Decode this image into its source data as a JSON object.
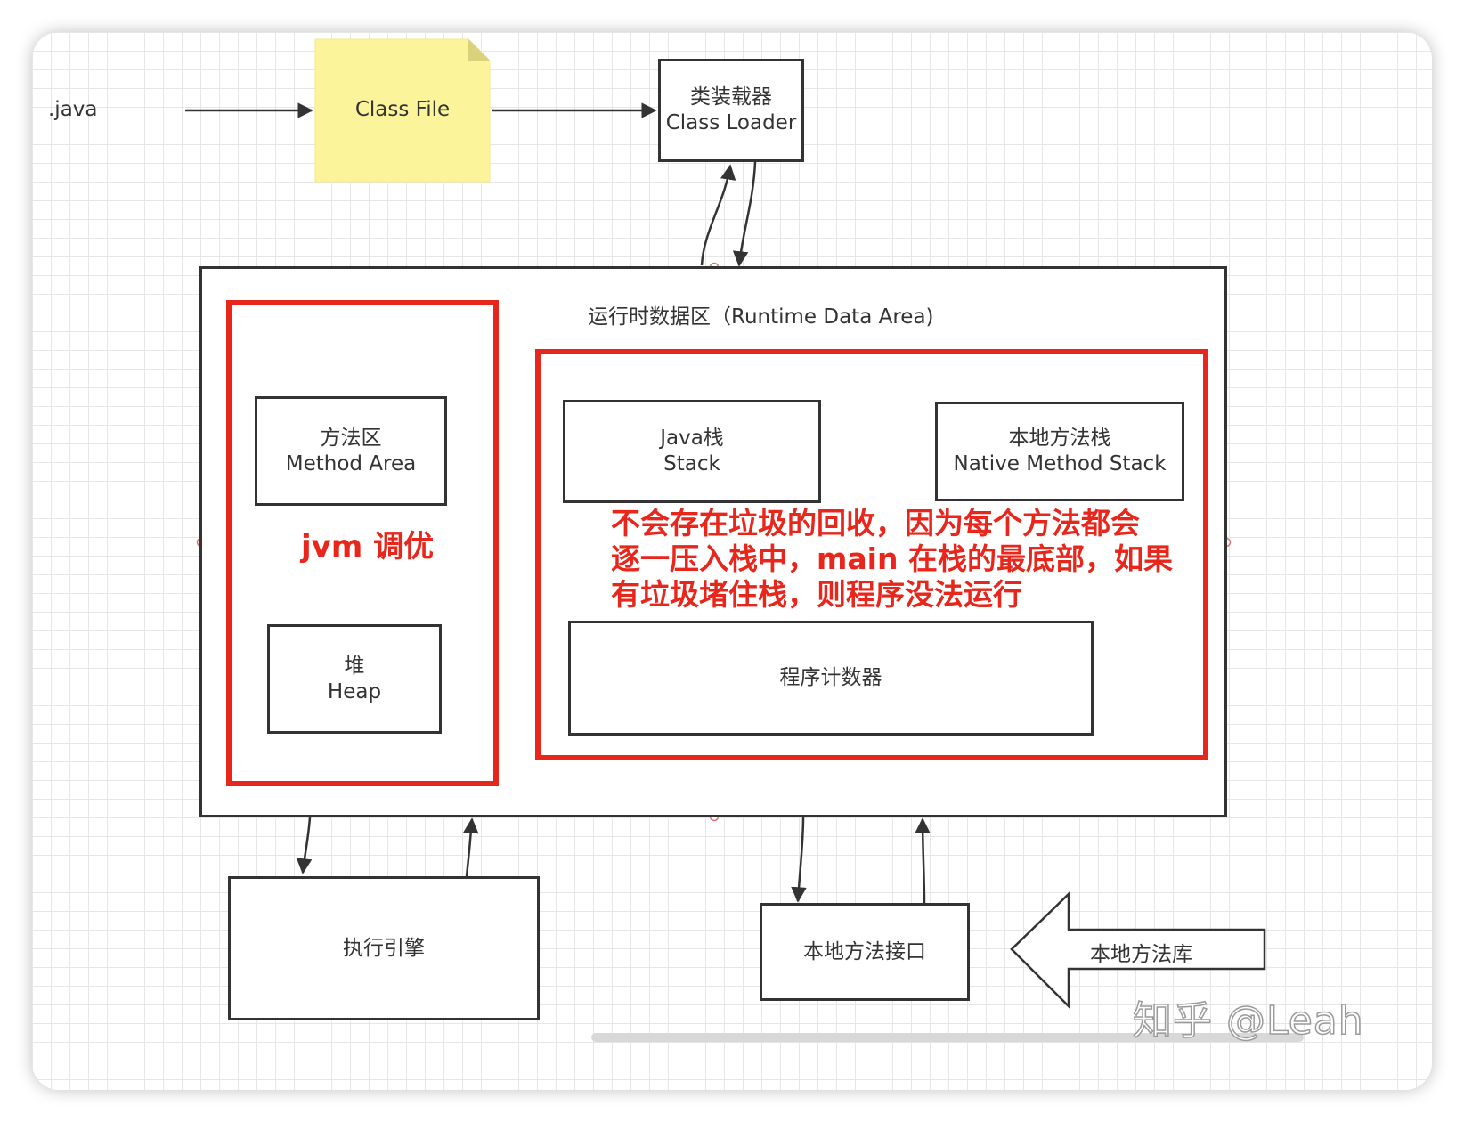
{
  "diagram": {
    "java_label": ".java",
    "class_file": "Class File",
    "class_loader": {
      "cn": "类装载器",
      "en": "Class Loader"
    },
    "runtime_title": "运行时数据区（Runtime Data Area)",
    "method_area": {
      "cn": "方法区",
      "en": "Method Area"
    },
    "heap": {
      "cn": "堆",
      "en": "Heap"
    },
    "jvm_tuning": "jvm 调优",
    "java_stack": {
      "cn": "Java栈",
      "en": "Stack"
    },
    "native_stack": {
      "cn": "本地方法栈",
      "en": "Native Method Stack"
    },
    "note_lines": [
      "不会存在垃圾的回收，因为每个方法都会",
      "逐一压入栈中，main 在栈的最底部，如果",
      "有垃圾堵住栈，则程序没法运行"
    ],
    "program_counter": "程序计数器",
    "exec_engine": "执行引擎",
    "native_interface": "本地方法接口",
    "native_library": "本地方法库",
    "watermark": "知乎 @Leah"
  },
  "colors": {
    "stroke": "#333333",
    "highlight_red": "#e8261c",
    "note_yellow": "#fbf49a",
    "grid": "#e6e6e6"
  }
}
